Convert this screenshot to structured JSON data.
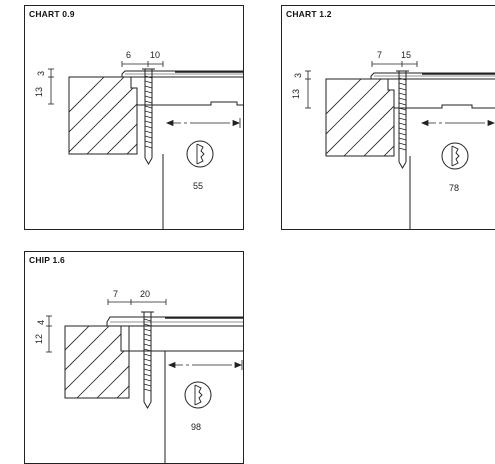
{
  "panels": [
    {
      "title": "CHART 0.9",
      "dims": {
        "a": "6",
        "b": "10",
        "c": "3",
        "d": "13"
      },
      "value": "55"
    },
    {
      "title": "CHART 1.2",
      "dims": {
        "a": "7",
        "b": "15",
        "c": "3",
        "d": "13"
      },
      "value": "78"
    },
    {
      "title": "CHIP 1.6",
      "dims": {
        "a": "7",
        "b": "20",
        "c": "4",
        "d": "12"
      },
      "value": "98"
    }
  ],
  "icons": {
    "hinge_cup": "hinge-cup-icon",
    "screw": "screw-icon"
  }
}
